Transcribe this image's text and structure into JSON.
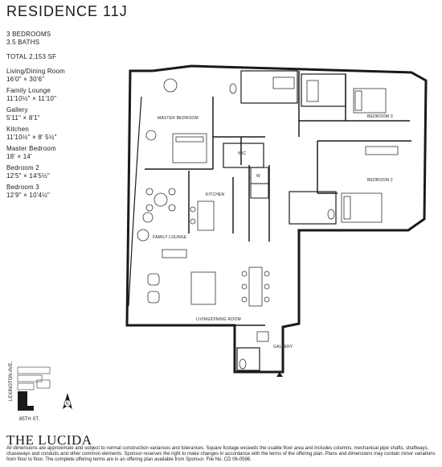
{
  "header": {
    "title": "RESIDENCE 11J"
  },
  "specs": {
    "bedrooms": "3 BEDROOMS",
    "baths": "3.5 BATHS",
    "total": "TOTAL 2,153 SF",
    "rooms": [
      {
        "name": "Living/Dining Room",
        "dims": "16'0\" × 30'6\""
      },
      {
        "name": "Family Lounge",
        "dims": "11'10½\" × 11'10\""
      },
      {
        "name": "Gallery",
        "dims": "5'11\" × 8'1\""
      },
      {
        "name": "Kitchen",
        "dims": "11'10½\" × 8' 5½\""
      },
      {
        "name": "Master Bedroom",
        "dims": "18' × 14'"
      },
      {
        "name": "Bedroom 2",
        "dims": "12'5\" × 14'5½\""
      },
      {
        "name": "Bedroom 3",
        "dims": "12'9\" × 10'4½\""
      }
    ]
  },
  "plan": {
    "labels": {
      "master_bedroom": "MASTER BEDROOM",
      "bedroom3": "BEDROOM 3",
      "bedroom2": "BEDROOM 2",
      "wic": "WIC",
      "w": "W",
      "kitchen": "KITCHEN",
      "family_lounge": "FAMILY LOUNGE",
      "living_dining": "LIVING/DINING ROOM",
      "gallery": "GALLERY"
    }
  },
  "locator": {
    "avenue": "LEXINGTON AVE.",
    "street": "85TH ST.",
    "north": "N"
  },
  "footer": {
    "brand": "THE LUCIDA",
    "disclaimer": "All dimensions are approximate and subject to normal construction variances and tolerances. Square footage exceeds the usable floor area and includes columns, mechanical pipe shafts, shaftways, chaseways and conduits and other common elements. Sponsor reserves the right to make changes in accordance with the terms of the offering plan. Plans and dimensions may contain minor variations from floor to floor. The complete offering terms are in an offering plan available from Sponsor. File No. CD 06-0596."
  }
}
